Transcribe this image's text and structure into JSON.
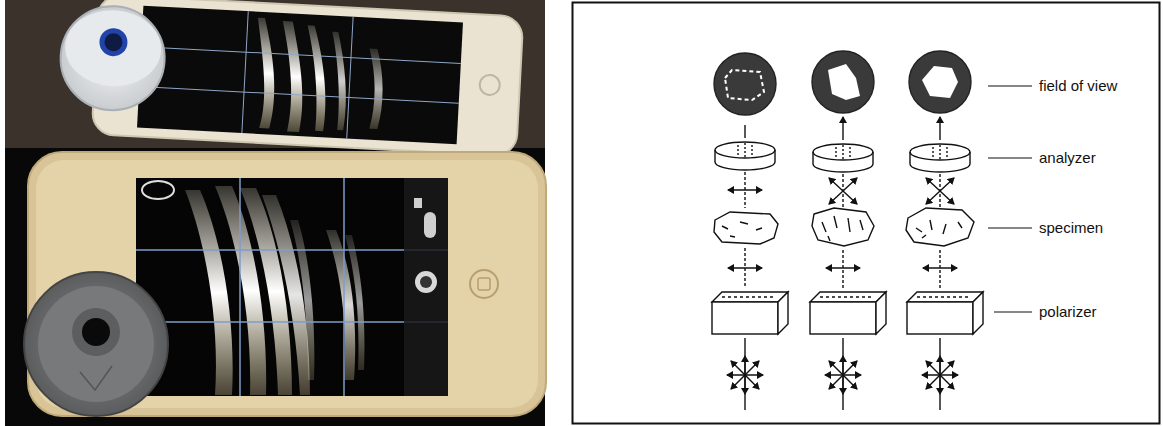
{
  "diagram": {
    "labels": [
      "field of view",
      "analyzer",
      "specimen",
      "polarizer"
    ]
  }
}
